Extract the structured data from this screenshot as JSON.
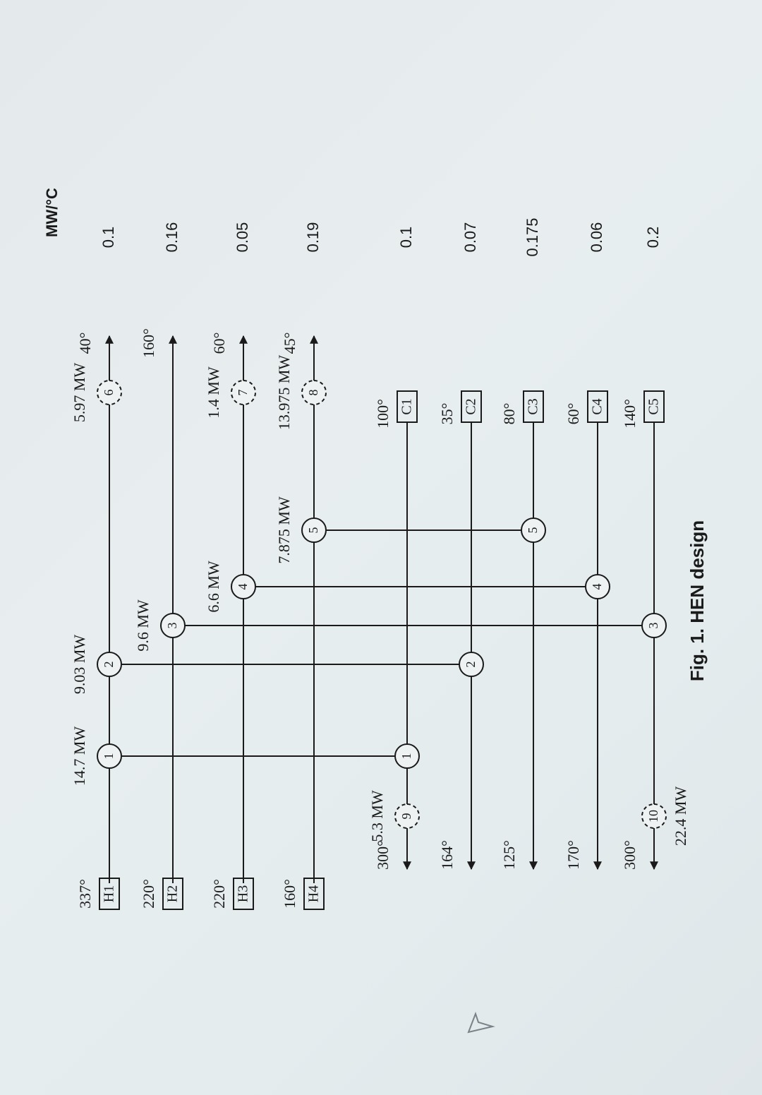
{
  "units_header": "MW/°C",
  "caption": "Fig. 1.  HEN design",
  "hot_streams": [
    {
      "id": "H1",
      "t_in": "337°",
      "t_out": "40°",
      "cp": "0.1"
    },
    {
      "id": "H2",
      "t_in": "220°",
      "t_out": "160°",
      "cp": "0.16"
    },
    {
      "id": "H3",
      "t_in": "220°",
      "t_out": "60°",
      "cp": "0.05"
    },
    {
      "id": "H4",
      "t_in": "160°",
      "t_out": "45°",
      "cp": "0.19"
    }
  ],
  "cold_streams": [
    {
      "id": "C1",
      "t_in": "100°",
      "t_out": "300°",
      "cp": "0.1"
    },
    {
      "id": "C2",
      "t_in": "35°",
      "t_out": "164°",
      "cp": "0.07"
    },
    {
      "id": "C3",
      "t_in": "80°",
      "t_out": "125°",
      "cp": "0.175"
    },
    {
      "id": "C4",
      "t_in": "60°",
      "t_out": "170°",
      "cp": "0.06"
    },
    {
      "id": "C5",
      "t_in": "140°",
      "t_out": "300°",
      "cp": "0.2"
    }
  ],
  "exchangers": [
    {
      "id": "1",
      "duty": "14.7 MW",
      "hot": "H1",
      "cold": "C1"
    },
    {
      "id": "2",
      "duty": "9.03 MW",
      "hot": "H1",
      "cold": "C2"
    },
    {
      "id": "3",
      "duty": "9.6 MW",
      "hot": "H2",
      "cold": "C5"
    },
    {
      "id": "4",
      "duty": "6.6 MW",
      "hot": "H3",
      "cold": "C4"
    },
    {
      "id": "5",
      "duty": "7.875 MW",
      "hot": "H4",
      "cold": "C3"
    }
  ],
  "utilities": [
    {
      "id": "6",
      "duty": "5.97 MW",
      "stream": "H1"
    },
    {
      "id": "7",
      "duty": "1.4 MW",
      "stream": "H3"
    },
    {
      "id": "8",
      "duty": "13.975 MW",
      "stream": "H4"
    },
    {
      "id": "9",
      "duty": "5.3 MW",
      "stream": "C1"
    },
    {
      "id": "10",
      "duty": "22.4 MW",
      "stream": "C5"
    }
  ],
  "colors": {
    "ink": "#1a1a1a"
  }
}
